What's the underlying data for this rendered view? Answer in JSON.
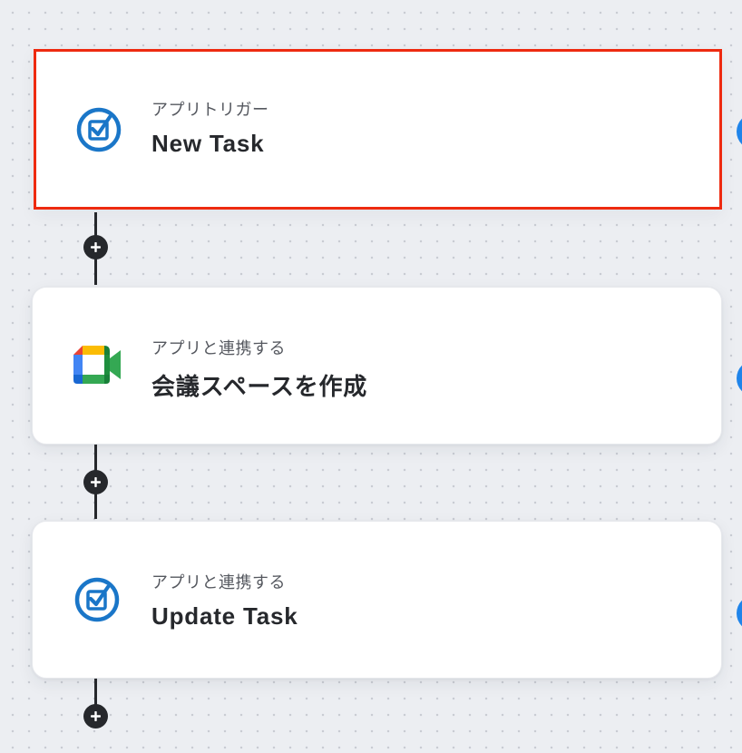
{
  "flow": {
    "steps": [
      {
        "subtitle": "アプリトリガー",
        "title": "New Task",
        "icon": "task-checkbox-icon",
        "selected": true
      },
      {
        "subtitle": "アプリと連携する",
        "title": "会議スペースを作成",
        "icon": "google-meet-icon",
        "selected": false
      },
      {
        "subtitle": "アプリと連携する",
        "title": "Update Task",
        "icon": "task-checkbox-icon",
        "selected": false
      }
    ]
  },
  "colors": {
    "selection_border": "#ee2a10",
    "connector": "#26282c",
    "task_icon_blue": "#1a76c8",
    "side_handle_blue": "#1f84ea"
  },
  "icons": {
    "add_step": "plus-icon",
    "side_handle": "side-handle-dot"
  }
}
